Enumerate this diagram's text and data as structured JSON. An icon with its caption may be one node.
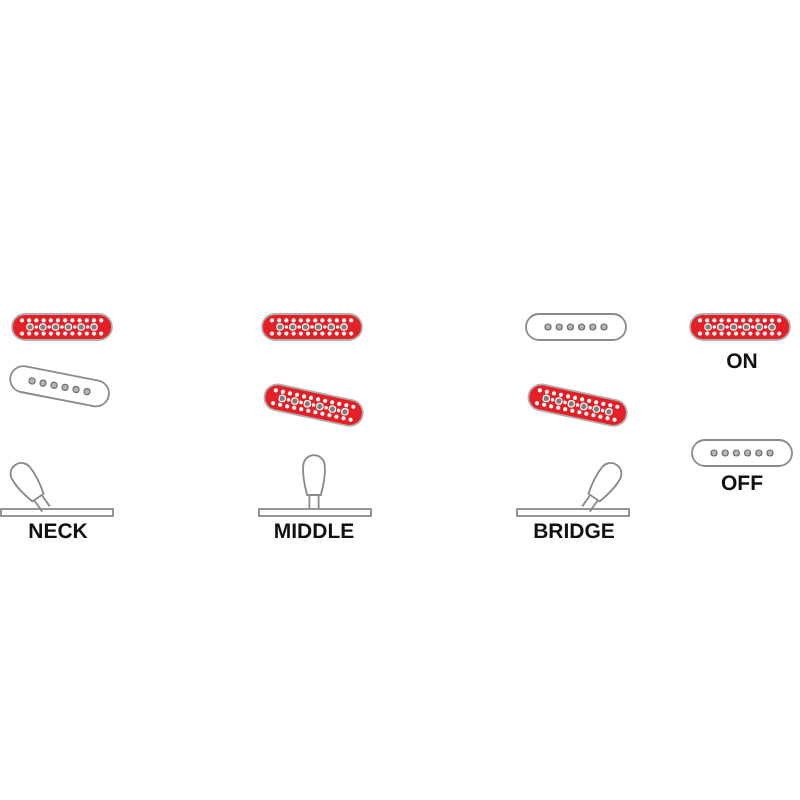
{
  "diagram": {
    "labels": [
      "NECK",
      "MIDDLE",
      "BRIDGE"
    ],
    "legend": [
      {
        "text": "ON"
      },
      {
        "text": "OFF"
      }
    ]
  }
}
